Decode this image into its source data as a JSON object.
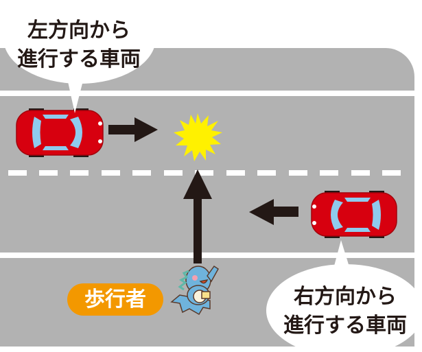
{
  "labels": {
    "left_vehicle": [
      "左方向から",
      "進行する車両"
    ],
    "right_vehicle": [
      "右方向から",
      "進行する車両"
    ],
    "pedestrian": "歩行者"
  },
  "colors": {
    "road": "#b2b2b2",
    "car": "#d7000f",
    "arrow": "#231815",
    "collision": "#fff100",
    "pedestrian_badge": "#f39800"
  }
}
